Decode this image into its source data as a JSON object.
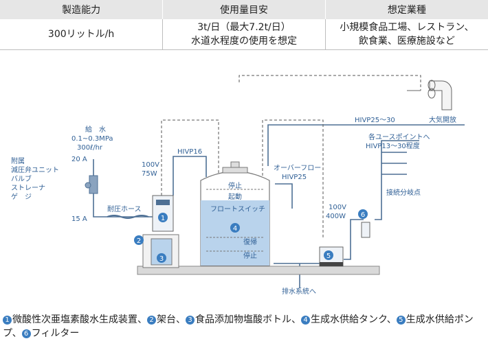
{
  "spec_table": {
    "headers": [
      "製造能力",
      "使用量目安",
      "想定業種"
    ],
    "cells": [
      [
        "300リットル/h"
      ],
      [
        "3t/日（最大7.2t/日）",
        "水道水程度の使用を想定"
      ],
      [
        "小規模食品工場、レストラン、",
        "飲食業、医療施設など"
      ]
    ]
  },
  "diagram": {
    "supply_title": "給　水",
    "supply_pressure": "0.1~0.3MPa",
    "supply_flow": "300ℓ/hr",
    "pipe_20a": "20 A",
    "pipe_15a": "15 A",
    "accessories": [
      "附属",
      "減圧弁ユニット",
      "バルブ",
      "ストレーナ",
      "ゲ　ジ"
    ],
    "hose_label": "耐圧ホース",
    "unit_power_v": "100V",
    "unit_power_w": "75W",
    "hivp16": "HIVP16",
    "tank_labels": {
      "stop_top": "停止",
      "start": "起動",
      "float_switch": "フロートスイッチ",
      "return": "復帰",
      "stop_bottom": "停止"
    },
    "overflow": "オーバーフロー",
    "hivp25_overflow": "HIVP25",
    "pump_power_v": "100V",
    "pump_power_w": "400W",
    "vent_pipe": "HIVP25～30",
    "vent_label": "大気開放",
    "use_points": "各ユースポイントへ",
    "use_pipe": "HIVP13～30程度",
    "branch_point": "接続分岐点",
    "drain": "排水系統へ",
    "markers": [
      "1",
      "2",
      "3",
      "4",
      "5",
      "6"
    ]
  },
  "legend": [
    {
      "num": "1",
      "text": "微酸性次亜塩素酸水生成装置、"
    },
    {
      "num": "2",
      "text": "架台、"
    },
    {
      "num": "3",
      "text": "食品添加物塩酸ボトル、"
    },
    {
      "num": "4",
      "text": "生成水供給タンク、"
    },
    {
      "num": "5",
      "text": "生成水供給ポンプ、"
    },
    {
      "num": "6",
      "text": "フィルター"
    }
  ],
  "colors": {
    "pipe": "#4d6f94",
    "label_blue": "#2f5f95",
    "tank_water": "#b9d3ec",
    "marker": "#3a7dc0",
    "header_bg": "#e6e6e6"
  }
}
